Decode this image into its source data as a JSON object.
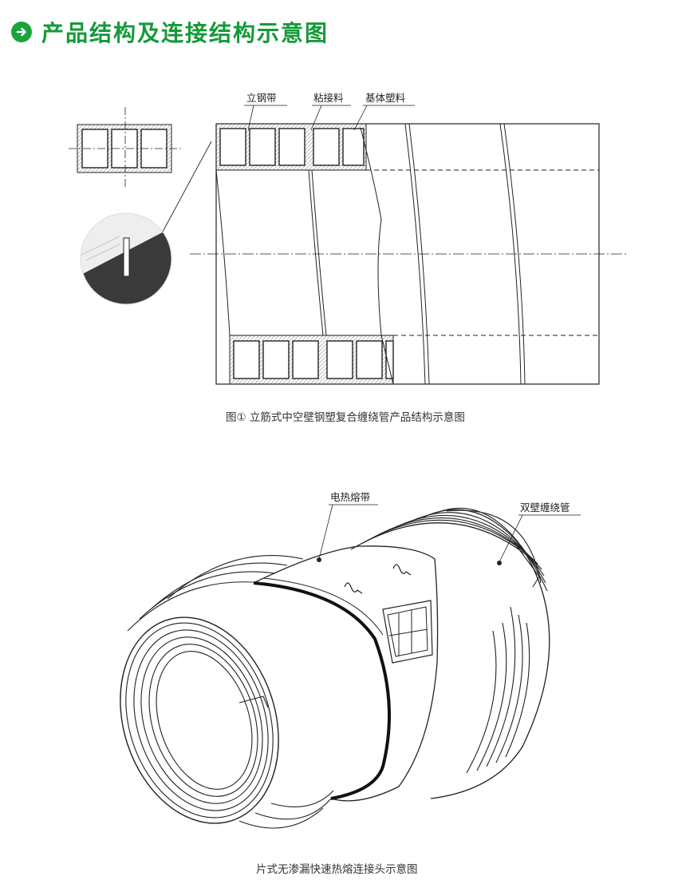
{
  "header": {
    "icon": "arrow-right-circle-icon",
    "title": "产品结构及连接结构示意图",
    "color": "#149a39"
  },
  "figure1": {
    "labels": {
      "steel_strip": "立钢带",
      "adhesive": "粘接料",
      "base_plastic": "基体塑料"
    },
    "caption": "图① 立筋式中空壁钢塑复合缠绕管产品结构示意图"
  },
  "figure2": {
    "labels": {
      "heating_band": "电热熔带",
      "double_wall_pipe": "双壁缠绕管"
    },
    "caption": "片式无渗漏快速热熔连接头示意图"
  }
}
